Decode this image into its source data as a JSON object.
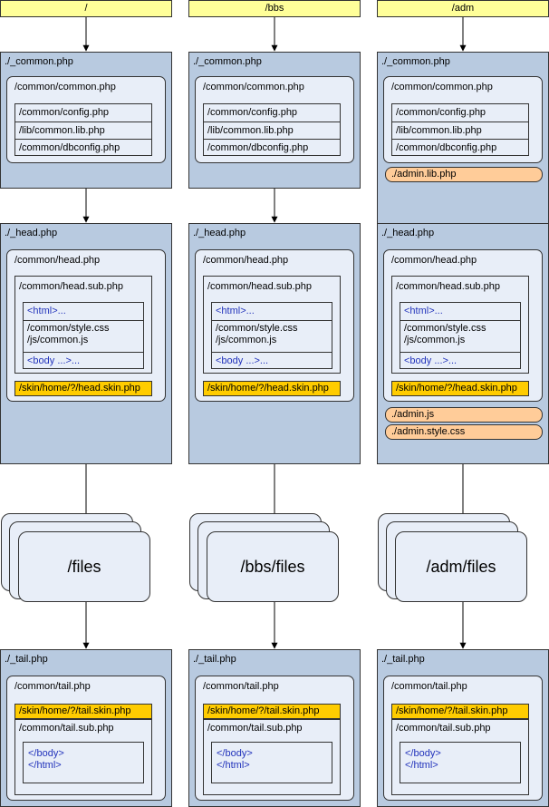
{
  "columns": [
    {
      "root": "/",
      "common": {
        "title": "./_common.php",
        "inner_title": "/common/common.php",
        "includes": [
          "/common/config.php",
          "/lib/common.lib.php",
          "/common/dbconfig.php"
        ],
        "extra": []
      },
      "head": {
        "title": "./_head.php",
        "inner_title": "/common/head.php",
        "sub_title": "/common/head.sub.php",
        "html_open": "<html>...",
        "assets": [
          "/common/style.css",
          "/js/common.js"
        ],
        "body_open": "<body ...>...",
        "skin": "/skin/home/?/head.skin.php",
        "extra": []
      },
      "files": "/files",
      "tail": {
        "title": "./_tail.php",
        "inner_title": "/common/tail.php",
        "skin": "/skin/home/?/tail.skin.php",
        "sub_title": "/common/tail.sub.php",
        "close": [
          "</body>",
          "</html>"
        ]
      }
    },
    {
      "root": "/bbs",
      "common": {
        "title": "./_common.php",
        "inner_title": "/common/common.php",
        "includes": [
          "/common/config.php",
          "/lib/common.lib.php",
          "/common/dbconfig.php"
        ],
        "extra": []
      },
      "head": {
        "title": "./_head.php",
        "inner_title": "/common/head.php",
        "sub_title": "/common/head.sub.php",
        "html_open": "<html>...",
        "assets": [
          "/common/style.css",
          "/js/common.js"
        ],
        "body_open": "<body ...>...",
        "skin": "/skin/home/?/head.skin.php",
        "extra": []
      },
      "files": "/bbs/files",
      "tail": {
        "title": "./_tail.php",
        "inner_title": "/common/tail.php",
        "skin": "/skin/home/?/tail.skin.php",
        "sub_title": "/common/tail.sub.php",
        "close": [
          "</body>",
          "</html>"
        ]
      }
    },
    {
      "root": "/adm",
      "common": {
        "title": "./_common.php",
        "inner_title": "/common/common.php",
        "includes": [
          "/common/config.php",
          "/lib/common.lib.php",
          "/common/dbconfig.php"
        ],
        "extra": [
          "./admin.lib.php"
        ]
      },
      "head": {
        "title": "./_head.php",
        "inner_title": "/common/head.php",
        "sub_title": "/common/head.sub.php",
        "html_open": "<html>...",
        "assets": [
          "/common/style.css",
          "/js/common.js"
        ],
        "body_open": "<body ...>...",
        "skin": "/skin/home/?/head.skin.php",
        "extra": [
          "./admin.js",
          "./admin.style.css"
        ]
      },
      "files": "/adm/files",
      "tail": {
        "title": "./_tail.php",
        "inner_title": "/common/tail.php",
        "skin": "/skin/home/?/tail.skin.php",
        "sub_title": "/common/tail.sub.php",
        "close": [
          "</body>",
          "</html>"
        ]
      }
    }
  ],
  "colors": {
    "root_fill": "#ffff99",
    "block_fill": "#b8cae0",
    "inner_fill": "#e8eef8",
    "skin_fill": "#ffcc00",
    "admin_fill": "#ffcc99",
    "tag_text": "#2233bb"
  }
}
